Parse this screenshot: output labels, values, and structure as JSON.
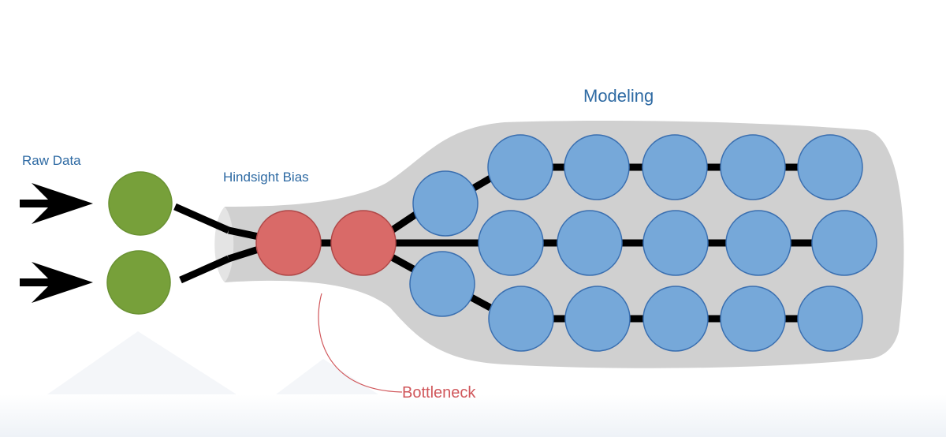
{
  "labels": {
    "raw_data": "Raw Data",
    "hindsight_bias": "Hindsight Bias",
    "modeling": "Modeling",
    "bottleneck": "Bottleneck"
  },
  "colors": {
    "input_node": "#77a03a",
    "bottleneck_node": "#d96a68",
    "model_node": "#76a8d9",
    "model_node_stroke": "#3a6fb0",
    "bottle": "#d0d0d0",
    "edge": "#000000",
    "label_blue": "#2e6aa3",
    "label_red": "#d0565a"
  },
  "nodes": {
    "input_count": 2,
    "bottleneck_count": 2,
    "model_rows": [
      5,
      5,
      5
    ],
    "branch_count": 2
  }
}
